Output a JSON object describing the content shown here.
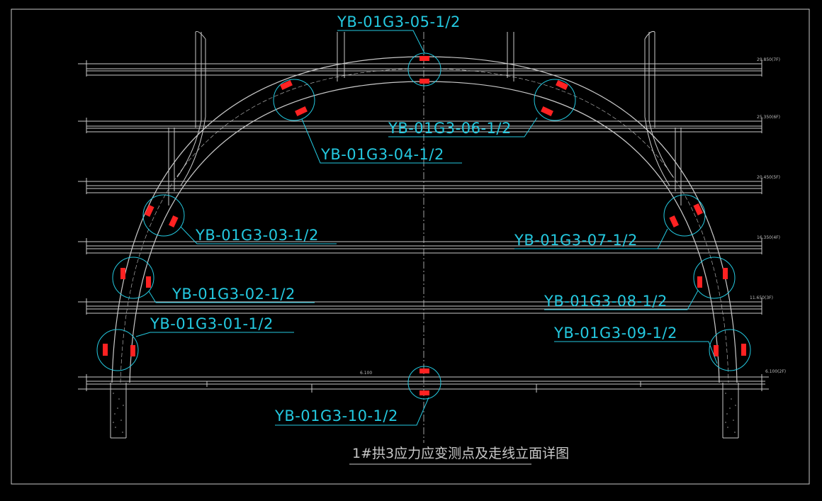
{
  "title": "1#拱3应力应变测点及走线立面详图",
  "colors": {
    "background": "#000000",
    "callout": "#24c9e0",
    "structure": "#c8c8c8",
    "gauge": "#ff2222",
    "frame": "#c8c8c8"
  },
  "elevations": {
    "e1": "29.850(7F)",
    "e2": "25.350(6F)",
    "e3": "20.450(5F)",
    "e4": "16.350(4F)",
    "e5": "11.650(3F)",
    "e6": "6.100(2F)",
    "e7": "6.100"
  },
  "callouts": {
    "c01": "YB-01G3-01-1/2",
    "c02": "YB-01G3-02-1/2",
    "c03": "YB-01G3-03-1/2",
    "c04": "YB-01G3-04-1/2",
    "c05": "YB-01G3-05-1/2",
    "c06": "YB-01G3-06-1/2",
    "c07": "YB-01G3-07-1/2",
    "c08": "YB-01G3-08-1/2",
    "c09": "YB-01G3-09-1/2",
    "c10": "YB-01G3-10-1/2"
  },
  "icons": {
    "gauge": "strain-gauge-icon",
    "marker": "measurement-circle-icon"
  }
}
